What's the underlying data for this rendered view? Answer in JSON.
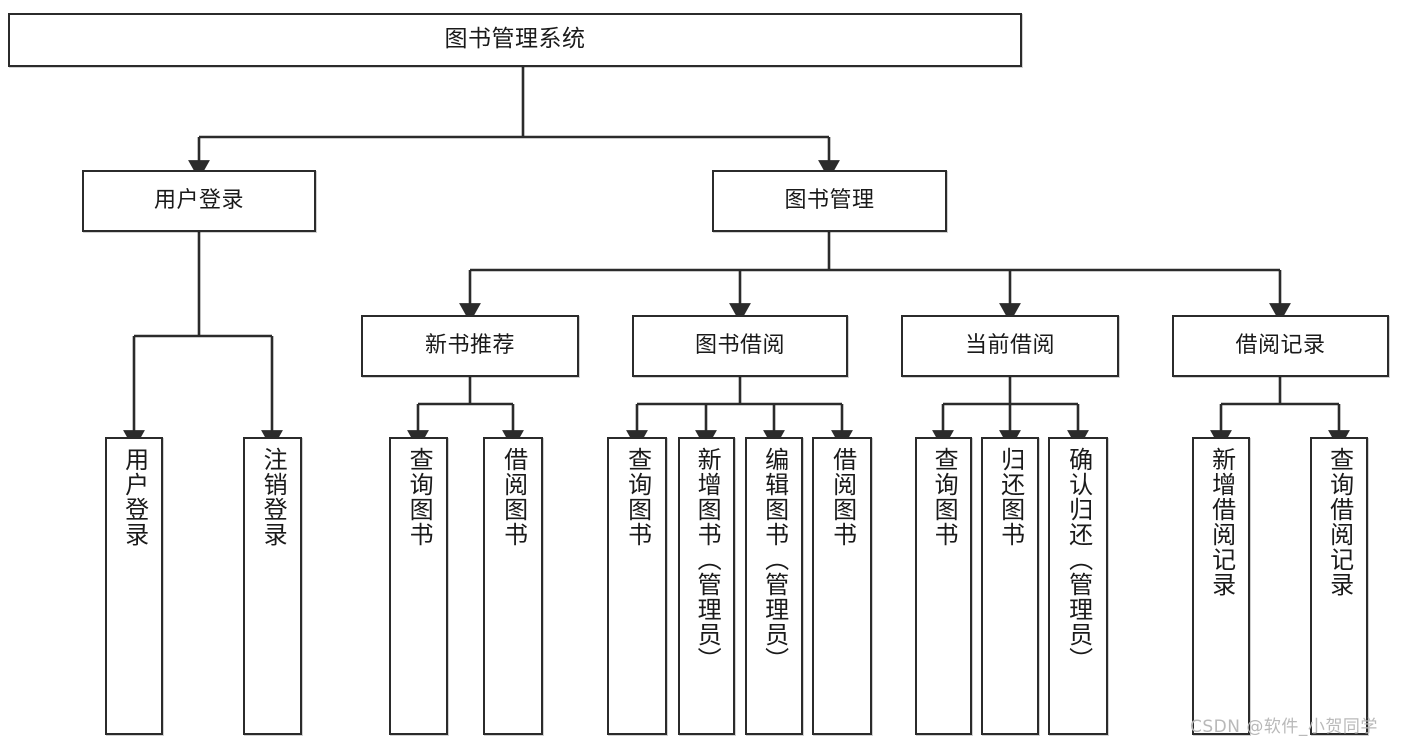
{
  "diagram": {
    "type": "tree-hierarchy",
    "title": "图书管理系统",
    "watermark": "CSDN @软件_小贺同学",
    "colors": {
      "box_border": "#2b2b2b",
      "box_fill": "#ffffff",
      "edge": "#2b2b2b",
      "text": "#1a1a1a",
      "watermark": "#b9b9b9",
      "background": "#ffffff"
    },
    "nodes": {
      "root": {
        "label": "图书管理系统",
        "level": 1
      },
      "user_login": {
        "label": "用户登录",
        "level": 2
      },
      "book_manage": {
        "label": "图书管理",
        "level": 2
      },
      "new_book_rec": {
        "label": "新书推荐",
        "level": 3
      },
      "book_borrow": {
        "label": "图书借阅",
        "level": 3
      },
      "current_borrow": {
        "label": "当前借阅",
        "level": 3
      },
      "borrow_record": {
        "label": "借阅记录",
        "level": 3
      },
      "leaf_user_login": {
        "label": "用户登录",
        "level": 4
      },
      "leaf_logout": {
        "label": "注销登录",
        "level": 4
      },
      "leaf_query_book_1": {
        "label": "查询图书",
        "level": 4
      },
      "leaf_borrow_book_1": {
        "label": "借阅图书",
        "level": 4
      },
      "leaf_query_book_2": {
        "label": "查询图书",
        "level": 4
      },
      "leaf_add_book": {
        "label": "新增图书（管理员）",
        "level": 4
      },
      "leaf_edit_book": {
        "label": "编辑图书（管理员）",
        "level": 4
      },
      "leaf_borrow_book_2": {
        "label": "借阅图书",
        "level": 4
      },
      "leaf_query_book_3": {
        "label": "查询图书",
        "level": 4
      },
      "leaf_return_book": {
        "label": "归还图书",
        "level": 4
      },
      "leaf_confirm_return": {
        "label": "确认归还（管理员）",
        "level": 4
      },
      "leaf_add_record": {
        "label": "新增借阅记录",
        "level": 4
      },
      "leaf_query_record": {
        "label": "查询借阅记录",
        "level": 4
      }
    },
    "edges": [
      {
        "from": "root",
        "to": "user_login"
      },
      {
        "from": "root",
        "to": "book_manage"
      },
      {
        "from": "book_manage",
        "to": "new_book_rec"
      },
      {
        "from": "book_manage",
        "to": "book_borrow"
      },
      {
        "from": "book_manage",
        "to": "current_borrow"
      },
      {
        "from": "book_manage",
        "to": "borrow_record"
      },
      {
        "from": "user_login",
        "to": "leaf_user_login"
      },
      {
        "from": "user_login",
        "to": "leaf_logout"
      },
      {
        "from": "new_book_rec",
        "to": "leaf_query_book_1"
      },
      {
        "from": "new_book_rec",
        "to": "leaf_borrow_book_1"
      },
      {
        "from": "book_borrow",
        "to": "leaf_query_book_2"
      },
      {
        "from": "book_borrow",
        "to": "leaf_add_book"
      },
      {
        "from": "book_borrow",
        "to": "leaf_edit_book"
      },
      {
        "from": "book_borrow",
        "to": "leaf_borrow_book_2"
      },
      {
        "from": "current_borrow",
        "to": "leaf_query_book_3"
      },
      {
        "from": "current_borrow",
        "to": "leaf_return_book"
      },
      {
        "from": "current_borrow",
        "to": "leaf_confirm_return"
      },
      {
        "from": "borrow_record",
        "to": "leaf_add_record"
      },
      {
        "from": "borrow_record",
        "to": "leaf_query_record"
      }
    ]
  }
}
